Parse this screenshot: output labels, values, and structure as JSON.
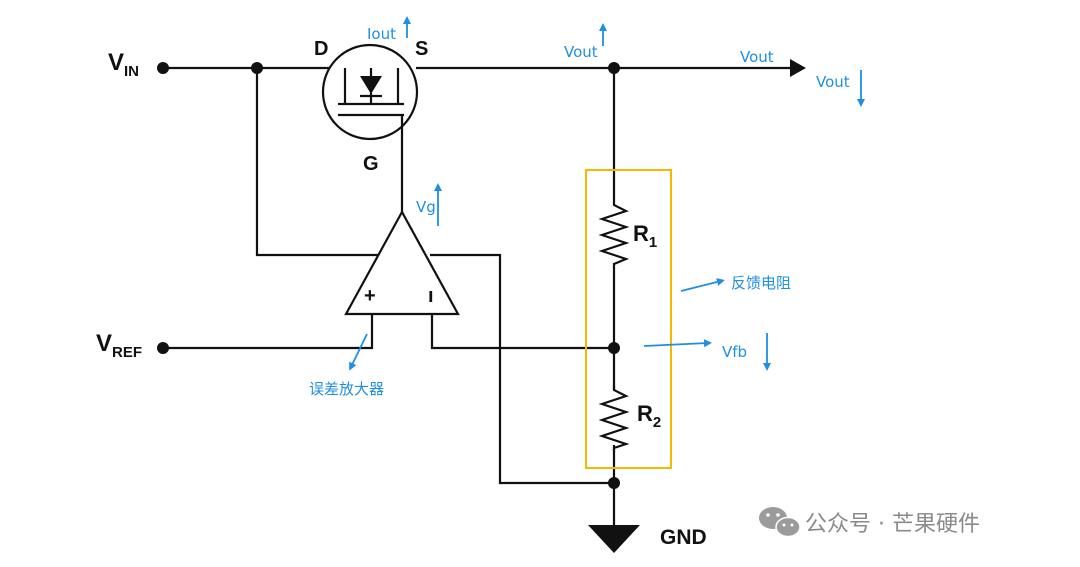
{
  "terminals": {
    "vin": {
      "main": "V",
      "sub": "IN"
    },
    "vref": {
      "main": "V",
      "sub": "REF"
    },
    "gnd": "GND"
  },
  "mosfet": {
    "drain": "D",
    "source": "S",
    "gate": "G"
  },
  "opamp": {
    "plus": "+",
    "minus": "ı"
  },
  "resistors": {
    "r1": {
      "main": "R",
      "sub": "1"
    },
    "r2": {
      "main": "R",
      "sub": "2"
    }
  },
  "annotations": {
    "iout": "Iout",
    "vout_top": "Vout",
    "vout_line": "Vout",
    "vout_down": "Vout",
    "vg": "Vg",
    "feedback_resistor": "反馈电阻",
    "vfb": "Vfb",
    "error_amp": "误差放大器"
  },
  "watermark": "公众号 · 芒果硬件",
  "colors": {
    "wire": "#111111",
    "annotation": "#1f8fe0",
    "highlight_box": "#f5b800",
    "watermark": "#8a8a8a"
  }
}
